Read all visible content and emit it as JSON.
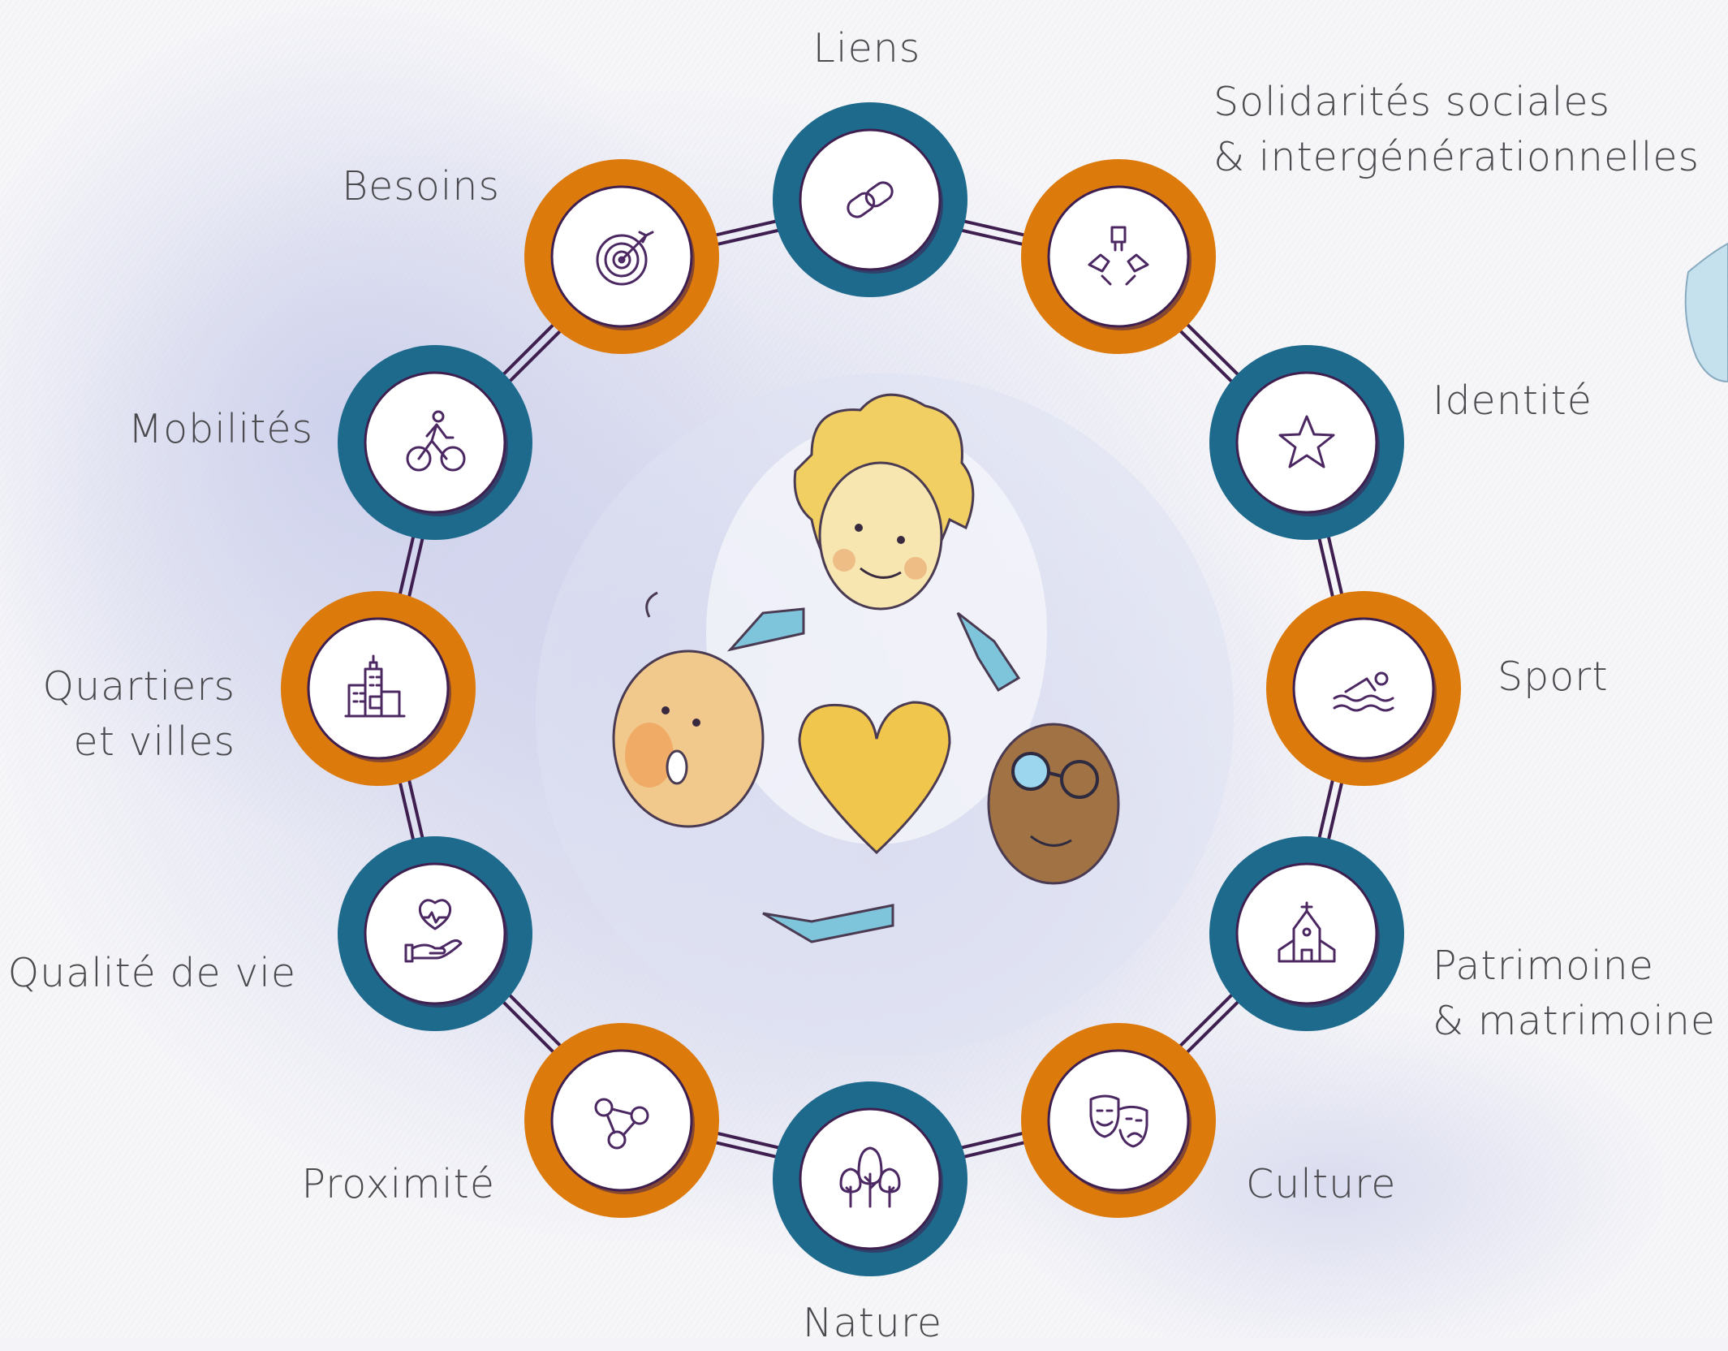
{
  "diagram": {
    "colors": {
      "orange": "#DD7A0C",
      "blue": "#1E6A8C",
      "ring": "#3E1F4F",
      "icon": "#4C2863",
      "label": "#4A4A4E"
    },
    "nodes": [
      {
        "id": "liens",
        "label": "Liens",
        "lines": [
          "Liens"
        ],
        "color": "blue",
        "icon": "link-icon"
      },
      {
        "id": "solidarites",
        "label": "Solidarités sociales & intergénérationnelles",
        "lines": [
          "Solidarités sociales",
          "& intergénérationnelles"
        ],
        "color": "orange",
        "icon": "joined-hands-icon"
      },
      {
        "id": "identite",
        "label": "Identité",
        "lines": [
          "Identité"
        ],
        "color": "blue",
        "icon": "star-icon"
      },
      {
        "id": "sport",
        "label": "Sport",
        "lines": [
          "Sport"
        ],
        "color": "orange",
        "icon": "swimmer-icon"
      },
      {
        "id": "patrimoine",
        "label": "Patrimoine & matrimoine",
        "lines": [
          "Patrimoine",
          "& matrimoine"
        ],
        "color": "blue",
        "icon": "church-icon"
      },
      {
        "id": "culture",
        "label": "Culture",
        "lines": [
          "Culture"
        ],
        "color": "orange",
        "icon": "theater-masks-icon"
      },
      {
        "id": "nature",
        "label": "Nature",
        "lines": [
          "Nature"
        ],
        "color": "blue",
        "icon": "trees-icon"
      },
      {
        "id": "proximite",
        "label": "Proximité",
        "lines": [
          "Proximité"
        ],
        "color": "orange",
        "icon": "network-nodes-icon"
      },
      {
        "id": "qualite",
        "label": "Qualité de vie",
        "lines": [
          "Qualité de vie"
        ],
        "color": "blue",
        "icon": "heart-hand-icon"
      },
      {
        "id": "quartiers",
        "label": "Quartiers et villes",
        "lines": [
          "Quartiers",
          "et villes"
        ],
        "color": "orange",
        "icon": "buildings-icon"
      },
      {
        "id": "mobilites",
        "label": "Mobilités",
        "lines": [
          "Mobilités"
        ],
        "color": "blue",
        "icon": "cyclist-icon"
      },
      {
        "id": "besoins",
        "label": "Besoins",
        "lines": [
          "Besoins"
        ],
        "color": "orange",
        "icon": "target-icon"
      }
    ]
  }
}
